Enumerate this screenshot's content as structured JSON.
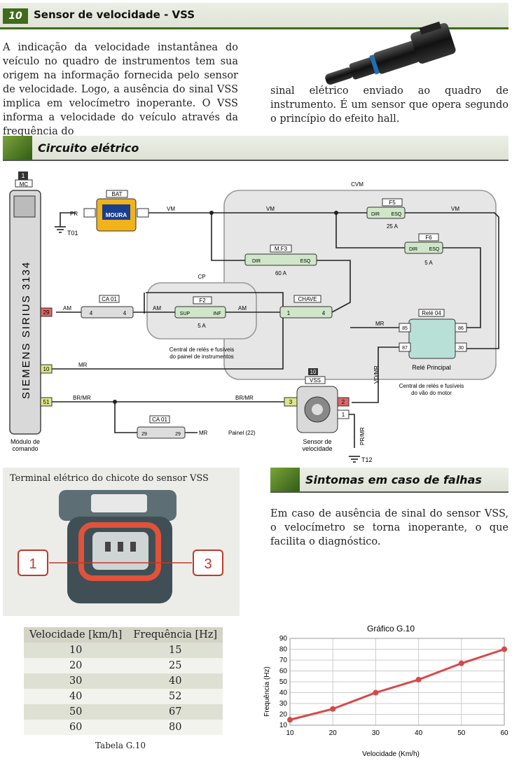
{
  "header": {
    "number": "10",
    "title": "Sensor de velocidade - VSS"
  },
  "intro": {
    "left": "A indicação da velocidade instantânea do veículo no quadro de instrumentos tem sua origem na informação fornecida pelo sensor de velocidade. Logo, a ausência do sinal VSS implica em velocímetro inoperante. O VSS informa a velocidade do veículo através da frequência do",
    "right": "sinal elétrico enviado ao quadro de instrumento. É um sensor que opera segundo o princípio do efeito hall."
  },
  "circuit": {
    "title": "Circuito elétrico",
    "labels": {
      "mc_num": "1",
      "mc": "MC",
      "ecu_text": "SIEMENS SIRIUS 3134",
      "ecu_caption1": "Módulo de",
      "ecu_caption2": "comando",
      "bat": "BAT",
      "bat_brand": "MOURA",
      "pr": "PR",
      "t01": "T01",
      "vm": "VM",
      "cvm": "CVM",
      "f5": "F5",
      "f5_amp": "25 A",
      "f6": "F6",
      "f6_amp": "5 A",
      "mf3": "M.F3",
      "mf3_amp": "60 A",
      "dir": "DIR",
      "esq": "ESQ",
      "cp": "CP",
      "f2": "F2",
      "f2_amp": "5 A",
      "sup": "SUP",
      "inf": "INF",
      "ca01": "CA 01",
      "am": "AM",
      "chave": "CHAVE",
      "pin29": "29",
      "pin10": "10",
      "pin51": "51",
      "mr": "MR",
      "brmr": "BR/MR",
      "rele04": "Relé 04",
      "rele_principal": "Relé Principal",
      "p85": "85",
      "p86": "86",
      "p87": "87",
      "p30": "30",
      "vdmr": "VD/MR",
      "cp_caption1": "Central de relés e fusíveis",
      "cp_caption2": "do painel de instrumentos",
      "cvm_caption1": "Central de relés e fusíveis",
      "cvm_caption2": "do vão do motor",
      "vss_num": "10",
      "vss": "VSS",
      "vss_caption1": "Sensor de",
      "vss_caption2": "velocidade",
      "p3": "3",
      "p2": "2",
      "p1": "1",
      "prmr": "PR/MR",
      "t12": "T12",
      "painel": "Painel (22)",
      "p4": "4"
    }
  },
  "connector": {
    "title": "Terminal elétrico do chicote do sensor VSS",
    "pin_left": "1",
    "pin_right": "3"
  },
  "symptoms": {
    "title": "Sintomas em caso de falhas",
    "text": "Em caso de ausência de sinal do sensor VSS, o velocímetro se torna inoperante, o que facilita o diagnóstico."
  },
  "table": {
    "headers": [
      "Velocidade [km/h]",
      "Frequência [Hz]"
    ],
    "rows": [
      [
        "10",
        "15"
      ],
      [
        "20",
        "25"
      ],
      [
        "30",
        "40"
      ],
      [
        "40",
        "52"
      ],
      [
        "50",
        "67"
      ],
      [
        "60",
        "80"
      ]
    ],
    "caption": "Tabela G.10"
  },
  "chart_data": {
    "type": "line",
    "title": "Gráfico G.10",
    "xlabel": "Velocidade (Km/h)",
    "ylabel": "Frequência (Hz)",
    "x": [
      10,
      20,
      30,
      40,
      50,
      60
    ],
    "series": [
      {
        "values": [
          15,
          25,
          40,
          52,
          67,
          80
        ]
      }
    ],
    "xticks": [
      10,
      20,
      30,
      40,
      50,
      60
    ],
    "yticks": [
      10,
      20,
      30,
      40,
      50,
      60,
      70,
      80,
      90
    ],
    "xlim": [
      10,
      60
    ],
    "ylim": [
      10,
      90
    ],
    "grid": true,
    "color": "#d94848"
  }
}
